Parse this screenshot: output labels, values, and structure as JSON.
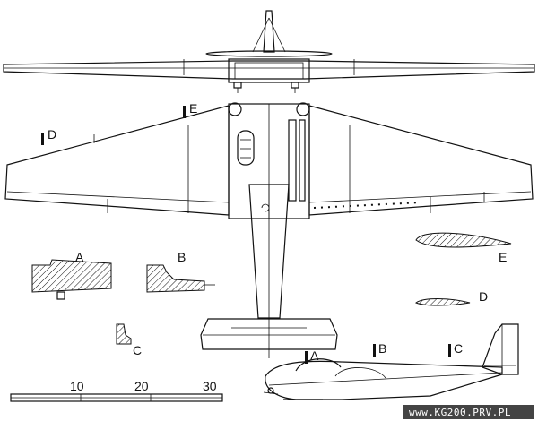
{
  "section_labels": {
    "a": "A",
    "b": "B",
    "c": "C",
    "d": "D",
    "e": "E"
  },
  "station_markers": {
    "d_wing": "D",
    "e_wing": "E",
    "a_side": "A",
    "b_side": "B",
    "c_side": "C"
  },
  "scale": {
    "ticks": [
      "10",
      "20",
      "30"
    ]
  },
  "watermark": "www.KG200.PRV.PL"
}
